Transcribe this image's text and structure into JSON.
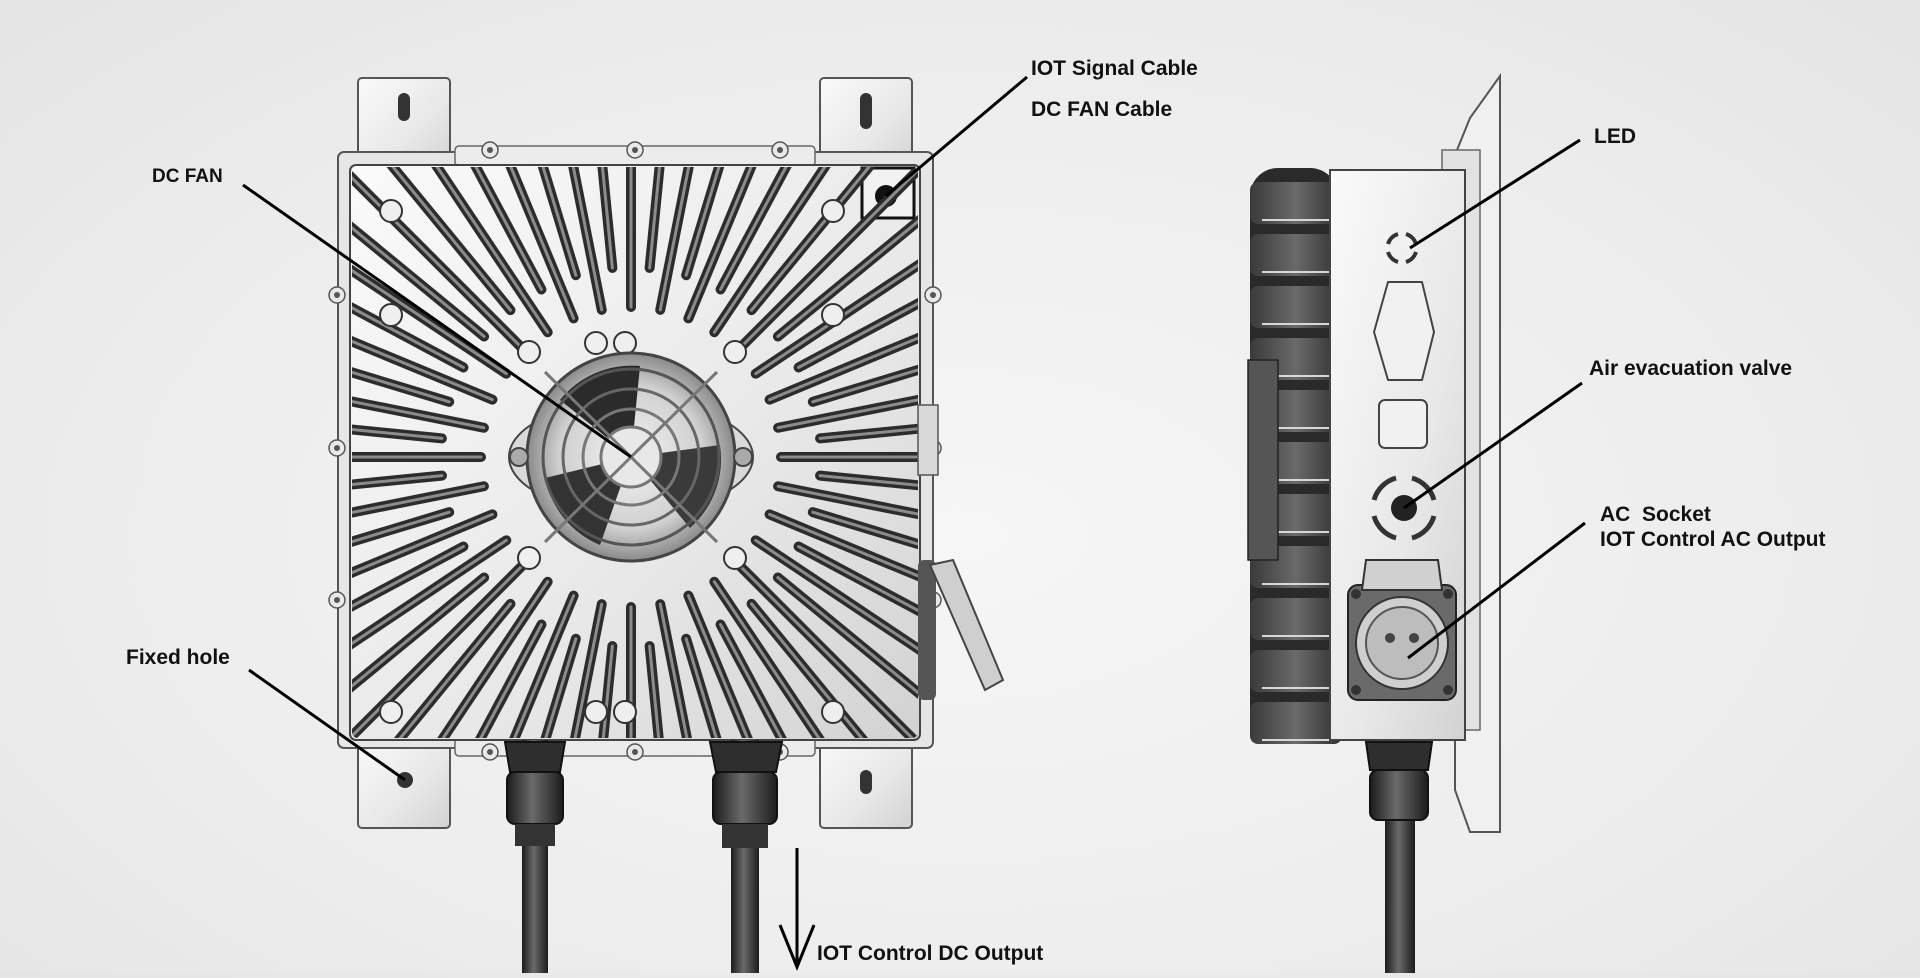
{
  "labels": {
    "iot_signal_cable": "IOT Signal Cable",
    "dc_fan_cable": "DC FAN Cable",
    "dc_fan": "DC FAN",
    "fixed_hole": "Fixed hole",
    "led": "LED",
    "air_evacuation_valve": "Air evacuation valve",
    "ac_socket": "AC  Socket",
    "iot_control_ac_output": "IOT Control AC Output",
    "iot_control_dc_output": "IOT Control DC Output"
  }
}
